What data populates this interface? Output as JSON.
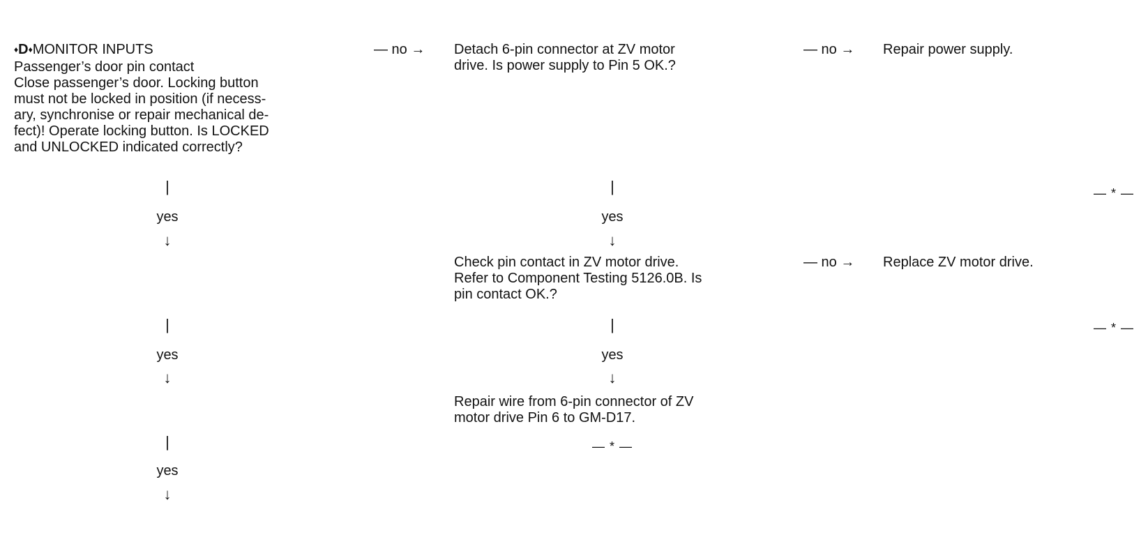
{
  "step_d": {
    "diamond": "♦",
    "letter": "D",
    "title": "MONITOR INPUTS",
    "lines": [
      "Passenger’s door pin contact",
      "Close passenger’s door. Locking button",
      "must not be locked in position (if necess-",
      "ary, synchronise or repair mechanical de-",
      "fect)! Operate locking button. Is LOCKED",
      "and UNLOCKED indicated correctly?"
    ]
  },
  "no_arrow": "— no →",
  "yes_label": "yes",
  "bar": "|",
  "down_arrow": "↓",
  "end_mark": "— * —",
  "step_detach": {
    "lines": [
      "Detach 6-pin connector at ZV motor",
      "drive. Is power supply to Pin 5 OK.?"
    ]
  },
  "repair_power": "Repair power supply.",
  "step_check": {
    "lines": [
      "Check pin contact in ZV motor drive.",
      "Refer to Component Testing 5126.0B. Is",
      "pin contact OK.?"
    ]
  },
  "replace_motor": "Replace ZV motor drive.",
  "step_repair_wire": {
    "lines": [
      "Repair wire from 6-pin connector of ZV",
      "motor drive Pin 6 to GM-D17."
    ]
  }
}
